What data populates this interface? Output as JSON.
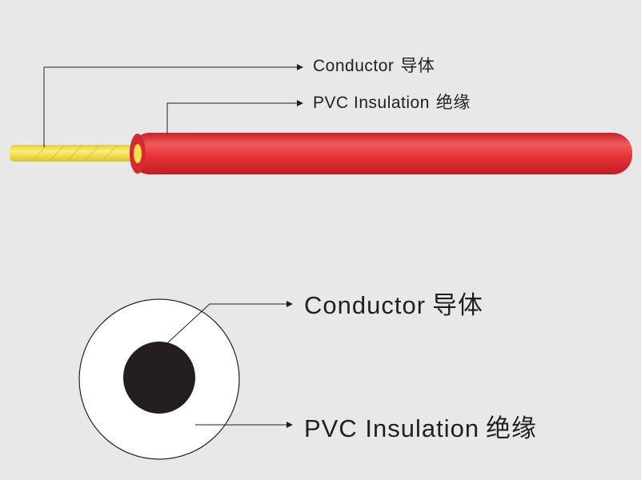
{
  "colors": {
    "background": "#e8e8e8",
    "insulation": "#e8353a",
    "conductor": "#f3e04a",
    "conductor_core": "#231f20",
    "leader_line": "#231f20"
  },
  "side_view": {
    "conductor_label": "Conductor",
    "conductor_label_cn": "导体",
    "insulation_label": "PVC Insulation",
    "insulation_label_cn": "绝缘"
  },
  "cross_section": {
    "conductor_label": "Conductor",
    "conductor_label_cn": "导体",
    "insulation_label": "PVC Insulation",
    "insulation_label_cn": "绝缘"
  }
}
